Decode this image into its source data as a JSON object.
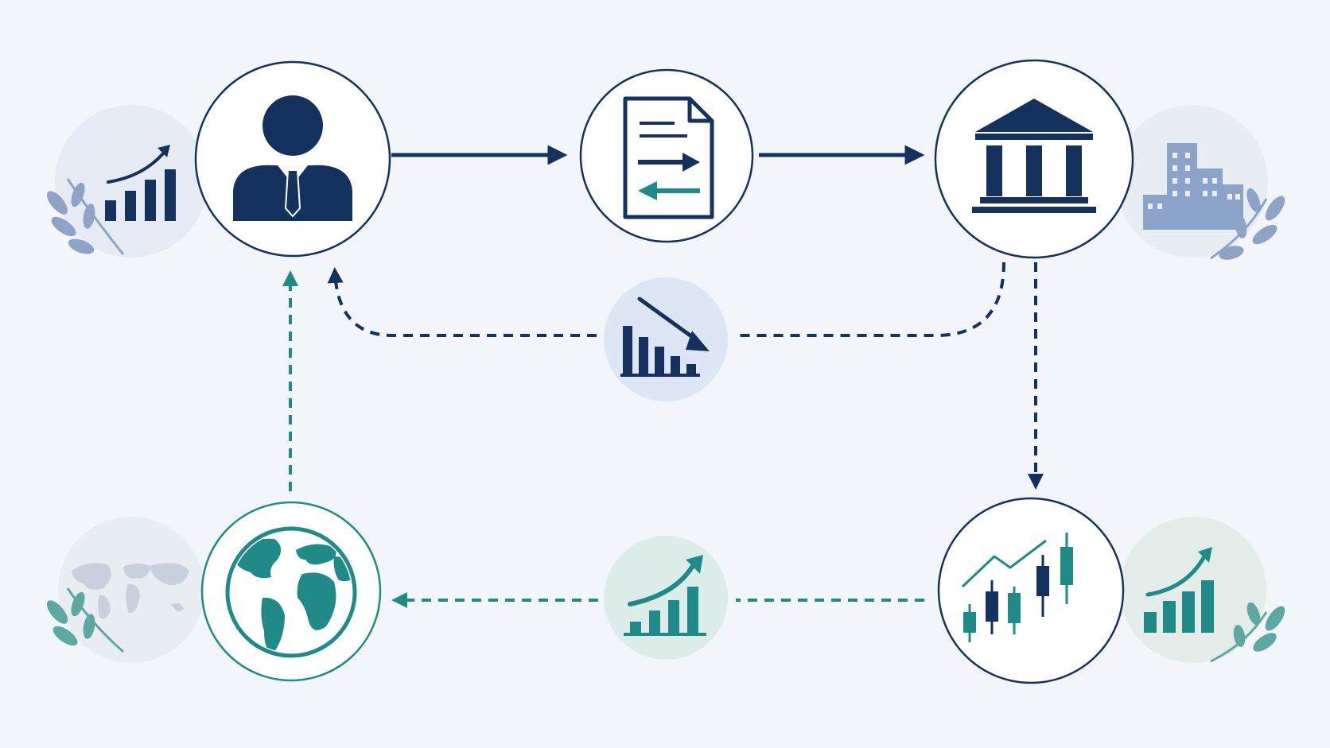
{
  "colors": {
    "background": "#f2f6fa",
    "navy": "#15315e",
    "teal": "#1f8a88",
    "node_fill": "#ffffff",
    "halo_navy": "#dde6f5",
    "halo_teal": "#dbece9",
    "halo_left": "#e6ebf3",
    "halo_grey": "#e8edf3",
    "building": "#8ba3c9",
    "map": "#c7d0dc",
    "leaf_navy": "#8ea3c6",
    "leaf_teal": "#5ea8a2"
  },
  "nodes": [
    {
      "id": "person",
      "icon": "person-icon"
    },
    {
      "id": "document",
      "icon": "document-exchange-icon"
    },
    {
      "id": "bank",
      "icon": "bank-icon"
    },
    {
      "id": "globe",
      "icon": "globe-icon"
    },
    {
      "id": "candles",
      "icon": "candlestick-chart-icon"
    }
  ],
  "edges": [
    {
      "from": "person",
      "to": "document",
      "style": "solid"
    },
    {
      "from": "document",
      "to": "bank",
      "style": "solid"
    },
    {
      "from": "bank",
      "to": "person",
      "style": "dashed",
      "via": "declining-chart"
    },
    {
      "from": "bank",
      "to": "candles",
      "style": "dashed"
    },
    {
      "from": "candles",
      "to": "globe",
      "style": "dashed",
      "via": "growth-chart"
    },
    {
      "from": "globe",
      "to": "person",
      "style": "dashed"
    }
  ]
}
